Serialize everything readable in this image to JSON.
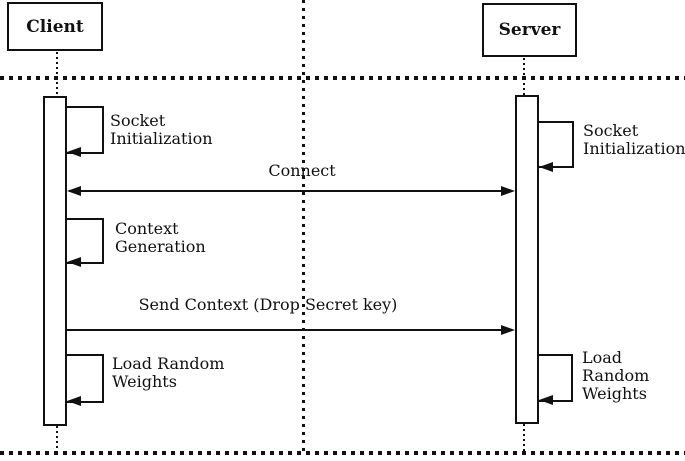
{
  "diagram": {
    "type": "sequence",
    "actors": [
      {
        "id": "client",
        "label": "Client"
      },
      {
        "id": "server",
        "label": "Server"
      }
    ],
    "self_messages": [
      {
        "actor": "client",
        "name": "socket-initialization",
        "lines": [
          "Socket",
          "Initialization"
        ]
      },
      {
        "actor": "client",
        "name": "context-generation",
        "lines": [
          "Context",
          "Generation"
        ]
      },
      {
        "actor": "client",
        "name": "load-random-weights",
        "lines": [
          "Load Random",
          "Weights"
        ]
      },
      {
        "actor": "server",
        "name": "socket-initialization",
        "lines": [
          "Socket",
          "Initialization"
        ]
      },
      {
        "actor": "server",
        "name": "load-random-weights",
        "lines": [
          "Load",
          "Random",
          "Weights"
        ]
      }
    ],
    "messages": [
      {
        "from": "client",
        "to": "server",
        "label": "Connect",
        "arrows": "both"
      },
      {
        "from": "client",
        "to": "server",
        "label": "Send Context (Drop Secret key)",
        "arrows": "to"
      }
    ],
    "colors": {
      "line": "#111111",
      "background": "#ffffff"
    }
  }
}
